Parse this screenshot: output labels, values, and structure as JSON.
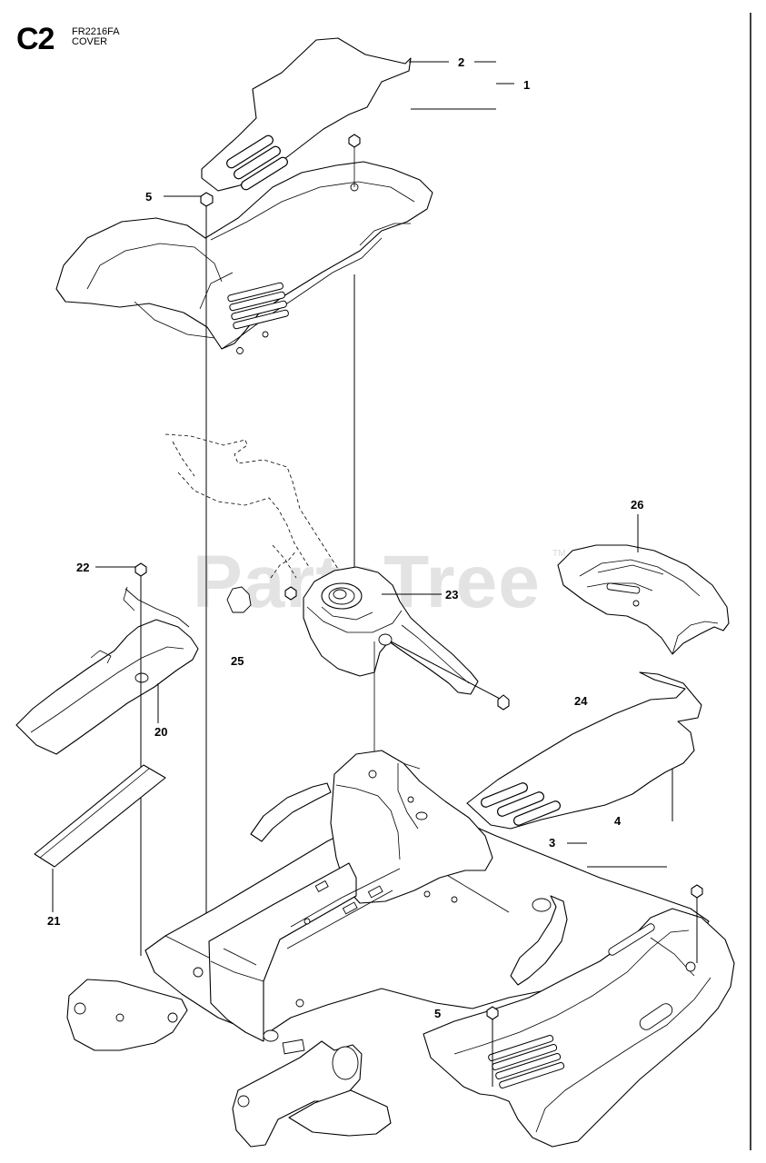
{
  "header": {
    "code": "C2",
    "model": "FR2216FA",
    "section": "COVER"
  },
  "watermark": {
    "text": "PartsTree",
    "trademark": "TM"
  },
  "callouts": [
    {
      "id": "c1",
      "label": "1"
    },
    {
      "id": "c2",
      "label": "2"
    },
    {
      "id": "c3",
      "label": "3"
    },
    {
      "id": "c4",
      "label": "4"
    },
    {
      "id": "c5a",
      "label": "5"
    },
    {
      "id": "c5b",
      "label": "5"
    },
    {
      "id": "c20",
      "label": "20"
    },
    {
      "id": "c21",
      "label": "21"
    },
    {
      "id": "c22",
      "label": "22"
    },
    {
      "id": "c23",
      "label": "23"
    },
    {
      "id": "c24",
      "label": "24"
    },
    {
      "id": "c25",
      "label": "25"
    },
    {
      "id": "c26",
      "label": "26"
    }
  ]
}
